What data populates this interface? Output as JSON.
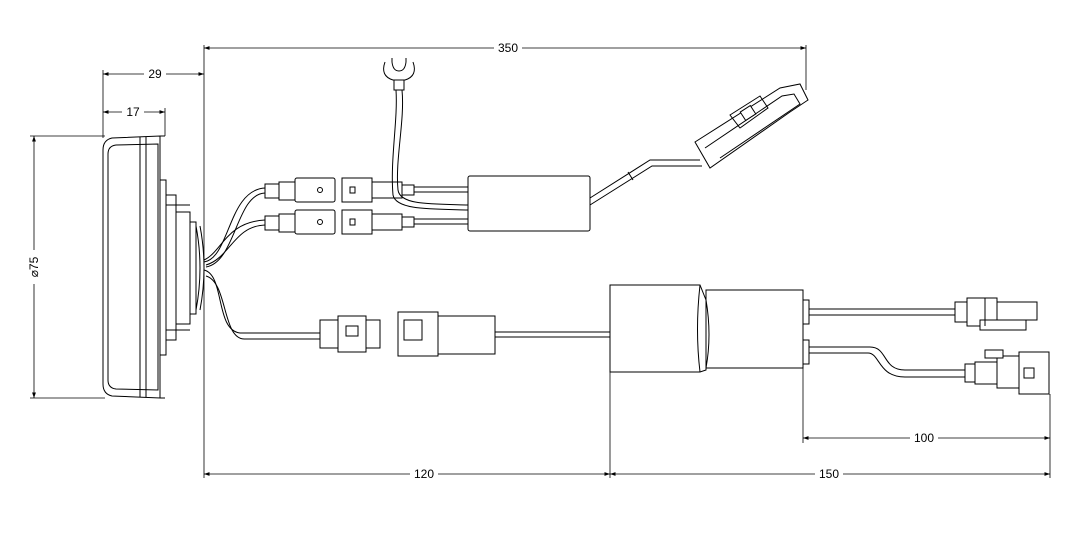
{
  "drawing": {
    "dimensions": {
      "total_length": "350",
      "depth_overall": "29",
      "depth_body": "17",
      "diameter": "⌀75",
      "left_segment": "120",
      "right_segment": "150",
      "tail_length": "100"
    }
  }
}
